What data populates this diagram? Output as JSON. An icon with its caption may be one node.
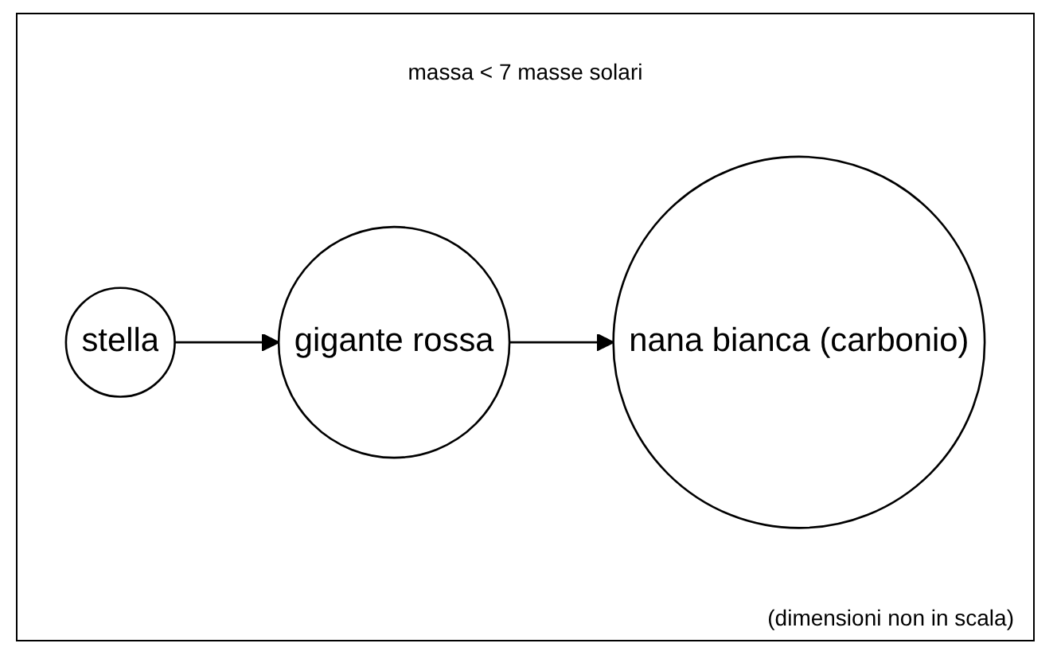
{
  "diagram": {
    "title": "massa < 7 masse solari",
    "nodes": [
      {
        "text": [
          "stella"
        ]
      },
      {
        "text": [
          "gigante rossa"
        ]
      },
      {
        "text": [
          "nana bianca (carbonio)"
        ]
      }
    ],
    "edges": [
      {
        "from": 0,
        "to": 1,
        "arrow": "to"
      },
      {
        "from": 1,
        "to": 2,
        "arrow": "to"
      }
    ],
    "caption": "(dimensioni non in scala)"
  }
}
